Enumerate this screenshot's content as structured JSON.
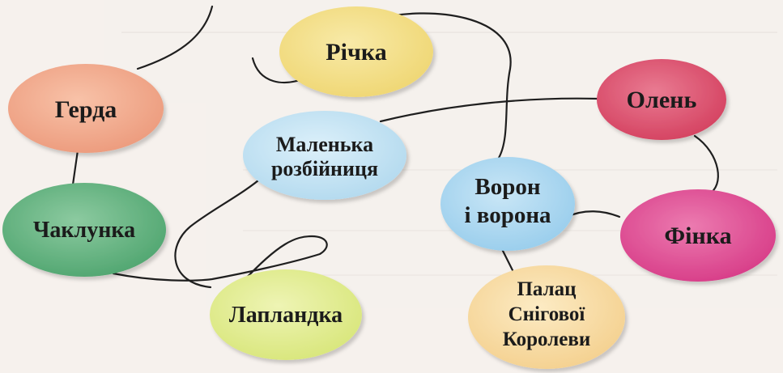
{
  "nodes": [
    {
      "id": "gerda",
      "lines": [
        "Герда"
      ],
      "color": "#f0a688"
    },
    {
      "id": "richka",
      "lines": [
        "Річка"
      ],
      "color": "#f3de80"
    },
    {
      "id": "olen",
      "lines": [
        "Олень"
      ],
      "color": "#dc4f6e"
    },
    {
      "id": "malenka",
      "lines": [
        "Маленька",
        "розбійниця"
      ],
      "color": "#bfe0f2"
    },
    {
      "id": "chaklunka",
      "lines": [
        "Чаклунка"
      ],
      "color": "#64b282"
    },
    {
      "id": "voron",
      "lines": [
        "Ворон",
        "і ворона"
      ],
      "color": "#a9d6f0"
    },
    {
      "id": "finka",
      "lines": [
        "Фінка"
      ],
      "color": "#df4b93"
    },
    {
      "id": "lapland",
      "lines": [
        "Лапландка"
      ],
      "color": "#e1ec8c"
    },
    {
      "id": "palats",
      "lines": [
        "Палац",
        "Снігової",
        "Королеви"
      ],
      "color": "#f8dca0"
    }
  ]
}
